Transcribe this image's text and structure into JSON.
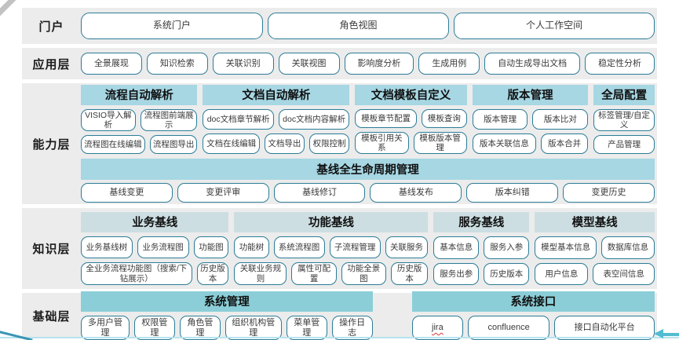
{
  "colors": {
    "band_background": "#ececec",
    "button_border": "#2b7c96",
    "capability_header": "#a6d7e3",
    "knowledge_header": "#ccdee2",
    "foundation_header": "#8bced8",
    "bottom_accent_line": "#b7e3ef",
    "arrow_accent": "#52bcd0",
    "spellcheck_underline": "#e03a3a"
  },
  "bands": [
    {
      "id": "portal",
      "label": "门户",
      "buttons": [
        "系统门户",
        "角色视图",
        "个人工作空间"
      ]
    },
    {
      "id": "application",
      "label": "应用层",
      "buttons": [
        "全景展现",
        "知识检索",
        "关联识别",
        "关联视图",
        "影响度分析",
        "生成用例",
        "自动生成导出文档",
        "稳定性分析"
      ]
    },
    {
      "id": "capability",
      "label": "能力层",
      "groups": [
        {
          "title": "流程自动解析",
          "rows": [
            [
              "VISIO导入解析",
              "流程图前端展示"
            ],
            [
              "流程图在线编辑",
              "流程图导出"
            ]
          ]
        },
        {
          "title": "文档自动解析",
          "rows": [
            [
              "doc文档章节解析",
              "doc文档内容解析"
            ],
            [
              "文档在线编辑",
              "文档导出",
              "权限控制"
            ]
          ]
        },
        {
          "title": "文档模板自定义",
          "rows": [
            [
              "模板章节配置",
              "模板查询"
            ],
            [
              "模板引用关系",
              "模板版本管理"
            ]
          ]
        },
        {
          "title": "版本管理",
          "rows": [
            [
              "版本管理",
              "版本比对"
            ],
            [
              "版本关联信息",
              "版本合并"
            ]
          ]
        },
        {
          "title": "全局配置",
          "rows": [
            [
              "标签管理/自定义"
            ],
            [
              "产品管理"
            ]
          ]
        }
      ],
      "baseline": {
        "title": "基线全生命周期管理",
        "buttons": [
          "基线变更",
          "变更评审",
          "基线修订",
          "基线发布",
          "版本纠错",
          "变更历史"
        ]
      }
    },
    {
      "id": "knowledge",
      "label": "知识层",
      "groups": [
        {
          "title": "业务基线",
          "rows": [
            [
              "业务基线树",
              "业务流程图",
              "功能图"
            ],
            [
              "全业务流程功能图（搜索/下钻展示）",
              "历史版本"
            ]
          ]
        },
        {
          "title": "功能基线",
          "rows": [
            [
              "功能树",
              "系统流程图",
              "子流程管理",
              "关联服务"
            ],
            [
              "关联业务规则",
              "属性可配置",
              "功能全景图",
              "历史版本"
            ]
          ]
        },
        {
          "title": "服务基线",
          "rows": [
            [
              "基本信息",
              "服务入参"
            ],
            [
              "服务出参",
              "历史版本"
            ]
          ]
        },
        {
          "title": "模型基线",
          "rows": [
            [
              "模型基本信息",
              "数据库信息"
            ],
            [
              "用户信息",
              "表空间信息"
            ]
          ]
        }
      ]
    },
    {
      "id": "foundation",
      "label": "基础层",
      "groups": [
        {
          "title": "系统管理",
          "rows": [
            [
              "多用户管理",
              "权限管理",
              "角色管理",
              "组织机构管理",
              "菜单管理",
              "操作日志"
            ]
          ]
        },
        {
          "title": "系统接口",
          "rows": [
            [
              "jira",
              "confluence",
              "接口自动化平台"
            ]
          ]
        }
      ]
    }
  ]
}
